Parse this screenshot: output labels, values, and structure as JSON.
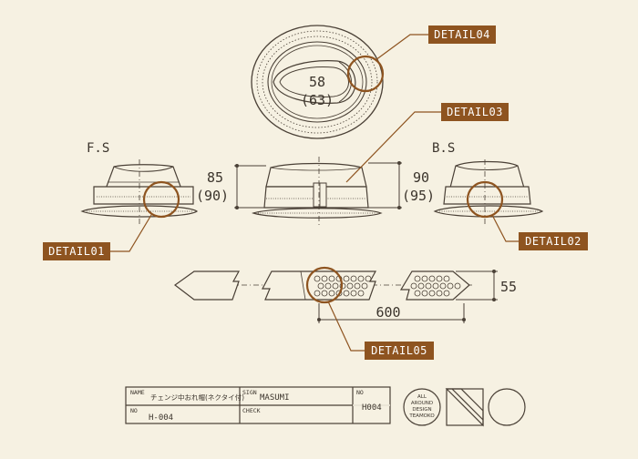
{
  "views": {
    "front_label": "F.S",
    "back_label": "B.S"
  },
  "dimensions": {
    "top_circumference": "58",
    "top_circumference_alt": "(63)",
    "height_front": "85",
    "height_front_alt": "(90)",
    "height_back": "90",
    "height_back_alt": "(95)",
    "tie_width": "55",
    "tie_length": "600"
  },
  "details": {
    "d01": "DETAIL01",
    "d02": "DETAIL02",
    "d03": "DETAIL03",
    "d04": "DETAIL04",
    "d05": "DETAIL05"
  },
  "title_block": {
    "name_label": "NAME",
    "name_value": "チェンジ中おれ帽(ネクタイ付)",
    "sign_label": "SIGN",
    "sign_value": "MASUMI",
    "no_label_top": "NO",
    "no_value_top": "H004",
    "no_label_bottom": "NO",
    "no_value_bottom": "H-004",
    "check_label": "CHECK"
  },
  "logo": {
    "line1": "ALL",
    "line2": "AROUND",
    "line3": "DESIGN",
    "line4": "TEAMOKO"
  },
  "colors": {
    "background": "#f6f1e2",
    "ink": "#4a4036",
    "accent": "#8e5420"
  }
}
